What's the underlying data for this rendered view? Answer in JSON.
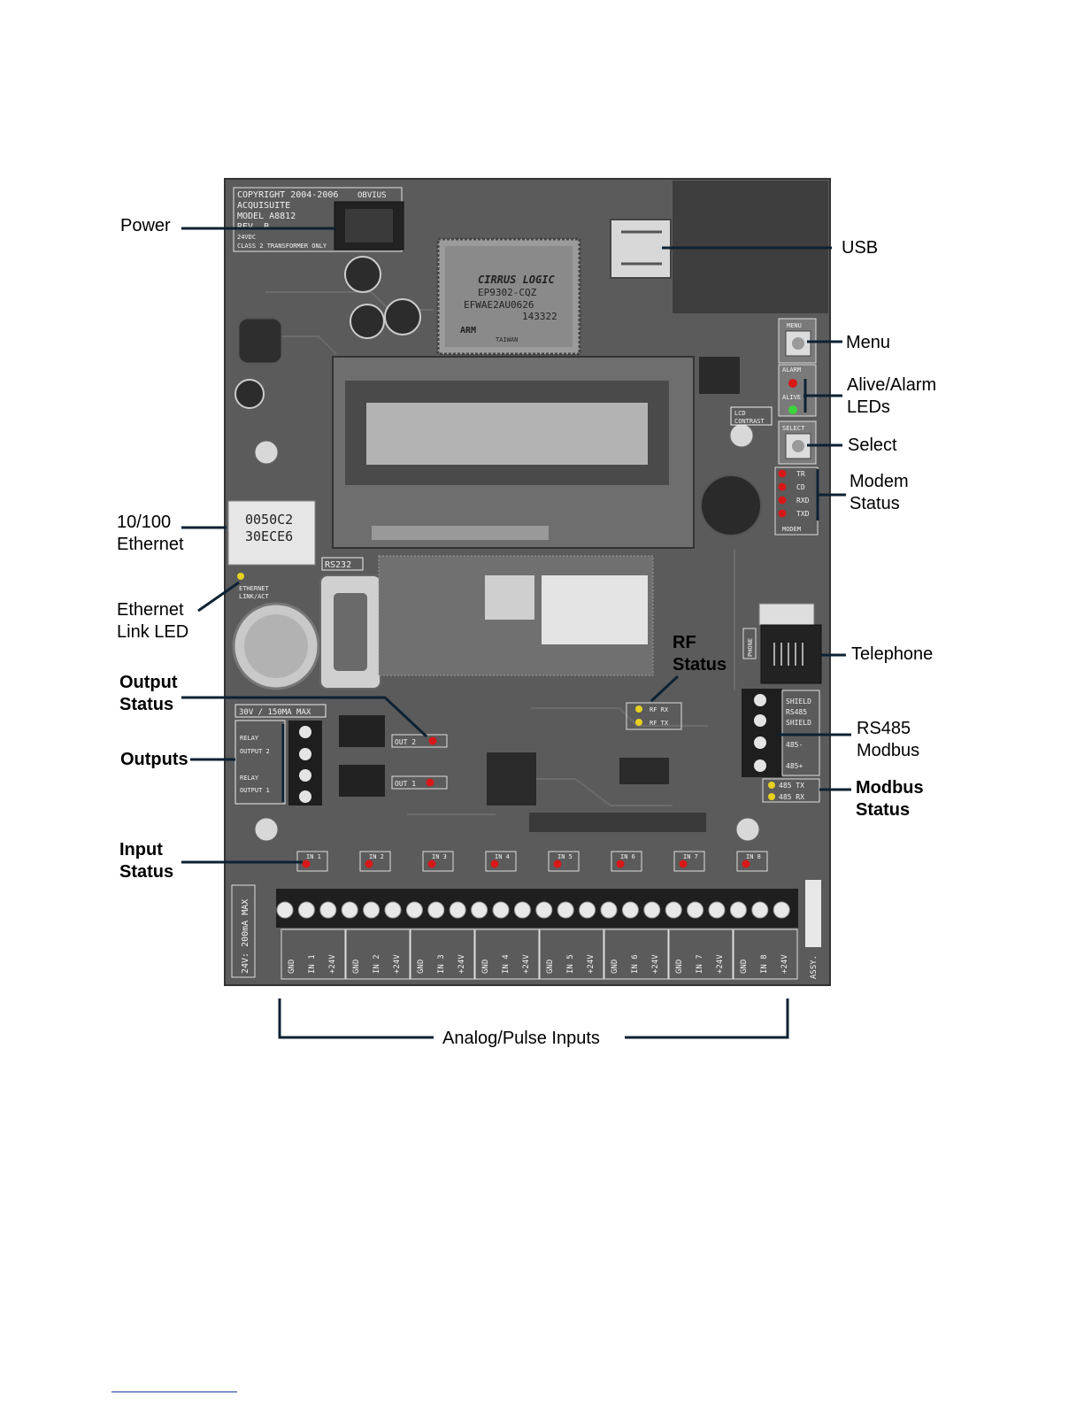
{
  "board": {
    "copyright_lines": [
      "COPYRIGHT 2004-2006",
      "ACQUISUITE",
      "MODEL A8812",
      "REV. B"
    ],
    "obvius": "OBVIUS",
    "supply_lines": [
      "24VDC",
      "CLASS 2 TRANSFORMER ONLY"
    ],
    "chip_lines": [
      "CIRRUS LOGIC",
      "EP9302-CQZ",
      "EFWAE2AU0626",
      "143322",
      "ARM",
      "TAIWAN"
    ],
    "ethernet_chip": [
      "0050C2",
      "30ECE6"
    ],
    "ethernet_led_label": [
      "ETHERNET",
      "LINK/ACT"
    ],
    "rs232_label": "RS232",
    "menu_label": "MENU",
    "alarm_label": "ALARM",
    "alive_label": "ALIVE",
    "select_label": "SELECT",
    "lcd_contrast": [
      "LCD",
      "CONTRAST"
    ],
    "modem_leds": [
      "TR",
      "CD",
      "RXD",
      "TXD"
    ],
    "modem_label": "MODEM",
    "phone_label": "PHONE",
    "rf_leds": [
      "RF RX",
      "RF TX"
    ],
    "out_leds": [
      "OUT 2",
      "OUT 1"
    ],
    "relay_rating": "30V / 150MA MAX",
    "relay_labels": [
      [
        "RELAY",
        "OUTPUT 2"
      ],
      [
        "RELAY",
        "OUTPUT 1"
      ]
    ],
    "rs485_labels": [
      "SHIELD",
      "RS485",
      "SHIELD",
      "485-",
      "485+"
    ],
    "modbus_leds": [
      "485 TX",
      "485 RX"
    ],
    "input_leds": [
      "IN 1",
      "IN 2",
      "IN 3",
      "IN 4",
      "IN 5",
      "IN 6",
      "IN 7",
      "IN 8"
    ],
    "input_groups": [
      [
        "GND",
        "IN 1",
        "+24V"
      ],
      [
        "GND",
        "IN 2",
        "+24V"
      ],
      [
        "GND",
        "IN 3",
        "+24V"
      ],
      [
        "GND",
        "IN 4",
        "+24V"
      ],
      [
        "GND",
        "IN 5",
        "+24V"
      ],
      [
        "GND",
        "IN 6",
        "+24V"
      ],
      [
        "GND",
        "IN 7",
        "+24V"
      ],
      [
        "GND",
        "IN 8",
        "+24V"
      ]
    ],
    "input_rating": "24V: 200mA MAX",
    "assy": "ASSY."
  },
  "callouts": {
    "power": "Power",
    "usb": "USB",
    "menu": "Menu",
    "alive_alarm": "Alive/Alarm\nLEDs",
    "select": "Select",
    "modem_status": "Modem\nStatus",
    "ethernet": "10/100\nEthernet",
    "ethernet_link": "Ethernet\nLink LED",
    "rf_status": "RF\nStatus",
    "telephone": "Telephone",
    "output_status": "Output\nStatus",
    "rs485": "RS485\nModbus",
    "outputs": "Outputs",
    "modbus_status": "Modbus\nStatus",
    "input_status": "Input\nStatus",
    "analog_pulse": "Analog/Pulse Inputs"
  },
  "colors": {
    "led_red": "#d81818",
    "led_green": "#3cd43c",
    "led_yellow": "#e8d020",
    "leader": "#0d2233"
  }
}
